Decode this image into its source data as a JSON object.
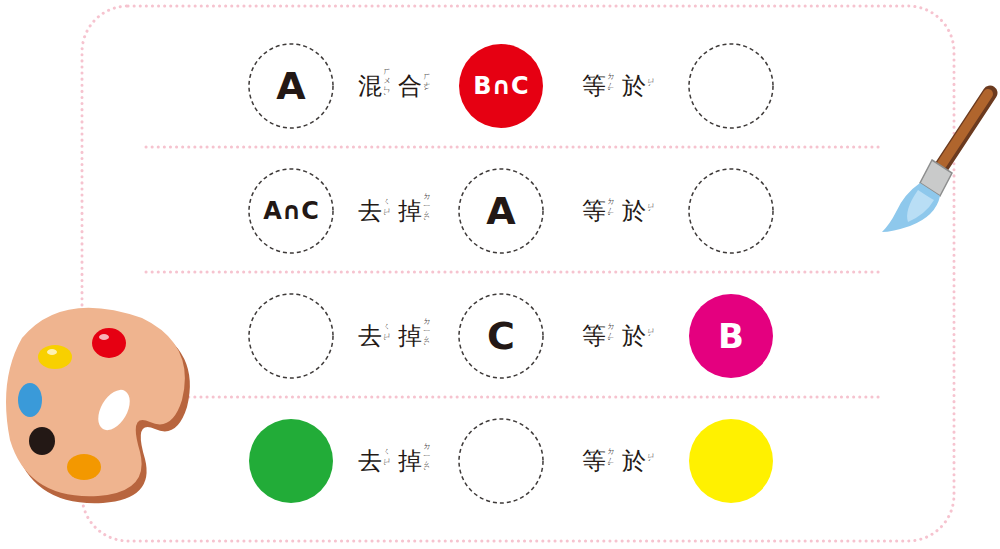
{
  "diagram": {
    "nodes": [
      {
        "text": [
          "A"
        ]
      },
      {
        "text": [
          "B∩C"
        ]
      },
      {
        "text": [
          "A∩C"
        ]
      },
      {
        "text": [
          "A"
        ]
      },
      {
        "text": [
          "C"
        ]
      },
      {
        "text": [
          "B"
        ]
      }
    ],
    "labels": [
      "混",
      "ㄏㄨㄣˋ",
      "合",
      "ㄏㄜˊ",
      "等",
      "ㄉㄥˇ",
      "於",
      "ㄩˊ",
      "去",
      "ㄑㄩˋ",
      "掉",
      "ㄉㄧㄠˋ",
      "等",
      "ㄉㄥˇ",
      "於",
      "ㄩˊ",
      "去",
      "ㄑㄩˋ",
      "掉",
      "ㄉㄧㄠˋ",
      "等",
      "ㄉㄥˇ",
      "於",
      "ㄩˊ",
      "去",
      "ㄑㄩˋ",
      "掉",
      "ㄉㄧㄠˋ",
      "等",
      "ㄉㄥˇ",
      "於",
      "ㄩˊ"
    ]
  }
}
